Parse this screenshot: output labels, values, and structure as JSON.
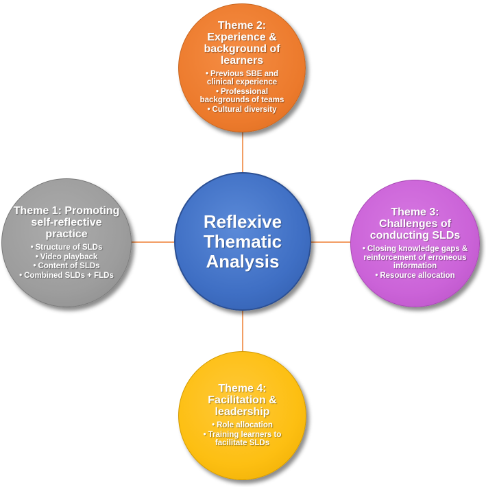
{
  "center": {
    "label": "Reflexive\nThematic\nAnalysis"
  },
  "themes": {
    "theme1": {
      "title": "Theme 1: Promoting self-reflective practice",
      "items": [
        "Structure of SLDs",
        "Video playback",
        "Content of SLDs",
        "Combined SLDs + FLDs"
      ]
    },
    "theme2": {
      "title": "Theme 2: Experience & background of learners",
      "items": [
        "Previous SBE and clinical experience",
        "Professional backgrounds of teams",
        "Cultural diversity"
      ]
    },
    "theme3": {
      "title": "Theme 3: Challenges of conducting SLDs",
      "items": [
        "Closing knowledge gaps & reinforcement of erroneous information",
        "Resource allocation"
      ]
    },
    "theme4": {
      "title": "Theme 4: Facilitation & leadership",
      "items": [
        "Role allocation",
        "Training learners to facilitate SLDs"
      ]
    }
  },
  "colors": {
    "center": "#4472c4",
    "theme1": "#a5a5a5",
    "theme2": "#ed7d31",
    "theme3": "#cc66dd",
    "theme4": "#ffc000",
    "connector": "#ed7d31"
  }
}
